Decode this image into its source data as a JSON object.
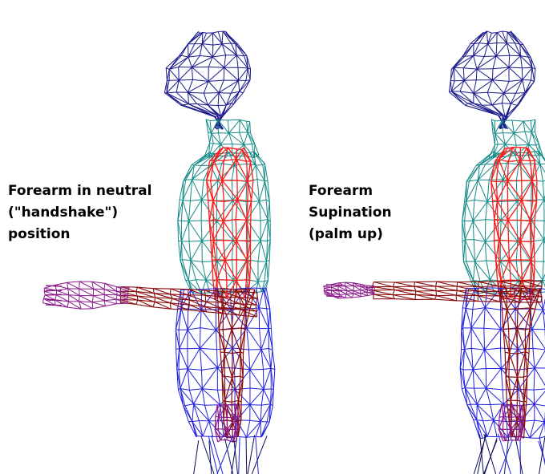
{
  "figures": [
    {
      "id": "neutral",
      "caption_lines": [
        "Forearm in neutral",
        "(\"handshake\")",
        "position"
      ]
    },
    {
      "id": "supination",
      "caption_lines": [
        "Forearm",
        "Supination",
        "(palm up)"
      ]
    }
  ],
  "colors": {
    "head": "#1a1a8c",
    "neck_torso_shell": "#138a86",
    "spine": "#ff1a1a",
    "arm": "#8b0a0a",
    "hand": "#8a1a8a",
    "pelvis_legs": "#1f1fe0",
    "feet": "#0b0b5a"
  }
}
